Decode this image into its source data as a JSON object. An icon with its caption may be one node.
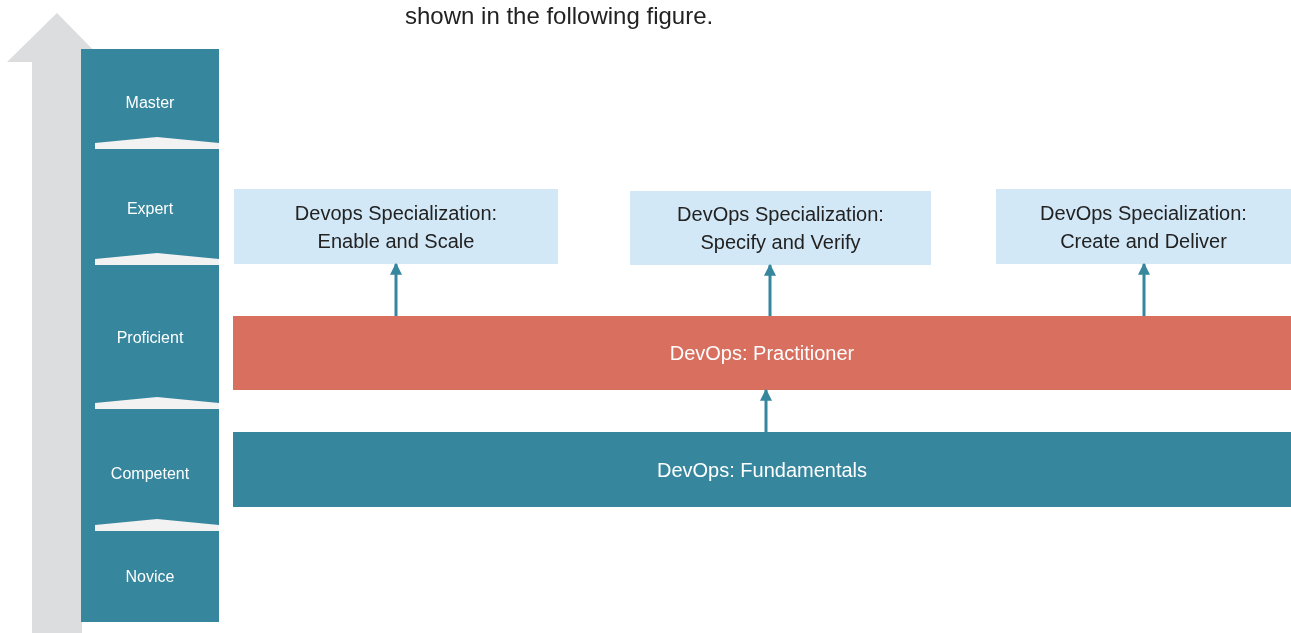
{
  "diagram": {
    "nodes": [
      {
        "text": [
          "Master",
          "Expert",
          "Proficient",
          "Competent",
          "Novice"
        ]
      },
      {
        "text": [
          "Devops Specialization: Enable and Scale"
        ]
      },
      {
        "text": [
          "DevOps Specialization: Specify and Verify"
        ]
      },
      {
        "text": [
          "DevOps Specialization: Create and Deliver"
        ]
      },
      {
        "text": [
          "DevOps: Practitioner"
        ]
      },
      {
        "text": [
          "DevOps: Fundamentals"
        ]
      }
    ],
    "edges": [
      {
        "from": 5,
        "to": 4,
        "arrow": "to"
      },
      {
        "from": 4,
        "to": 1,
        "arrow": "to"
      },
      {
        "from": 4,
        "to": 2,
        "arrow": "to"
      },
      {
        "from": 4,
        "to": 3,
        "arrow": "to"
      }
    ],
    "labels": [
      "shown in the following figure."
    ]
  }
}
